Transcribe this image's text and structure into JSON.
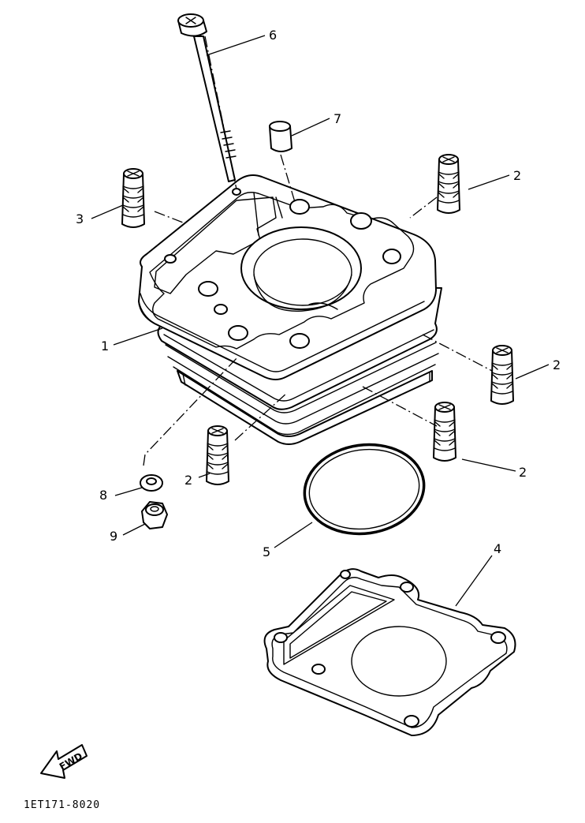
{
  "diagram": {
    "callouts": [
      {
        "id": "1",
        "label": "1",
        "part": "cylinder"
      },
      {
        "id": "2a",
        "label": "2",
        "part": "dowel-pin"
      },
      {
        "id": "2b",
        "label": "2",
        "part": "dowel-pin"
      },
      {
        "id": "2c",
        "label": "2",
        "part": "dowel-pin"
      },
      {
        "id": "2d",
        "label": "2",
        "part": "dowel-pin"
      },
      {
        "id": "3",
        "label": "3",
        "part": "dowel-pin"
      },
      {
        "id": "4",
        "label": "4",
        "part": "cylinder-head-gasket"
      },
      {
        "id": "5",
        "label": "5",
        "part": "o-ring"
      },
      {
        "id": "6",
        "label": "6",
        "part": "stud-bolt"
      },
      {
        "id": "7",
        "label": "7",
        "part": "dowel-collar"
      },
      {
        "id": "8",
        "label": "8",
        "part": "washer"
      },
      {
        "id": "9",
        "label": "9",
        "part": "nut"
      }
    ],
    "fwd_label": "FWD",
    "drawing_code": "1ET171-8020"
  }
}
